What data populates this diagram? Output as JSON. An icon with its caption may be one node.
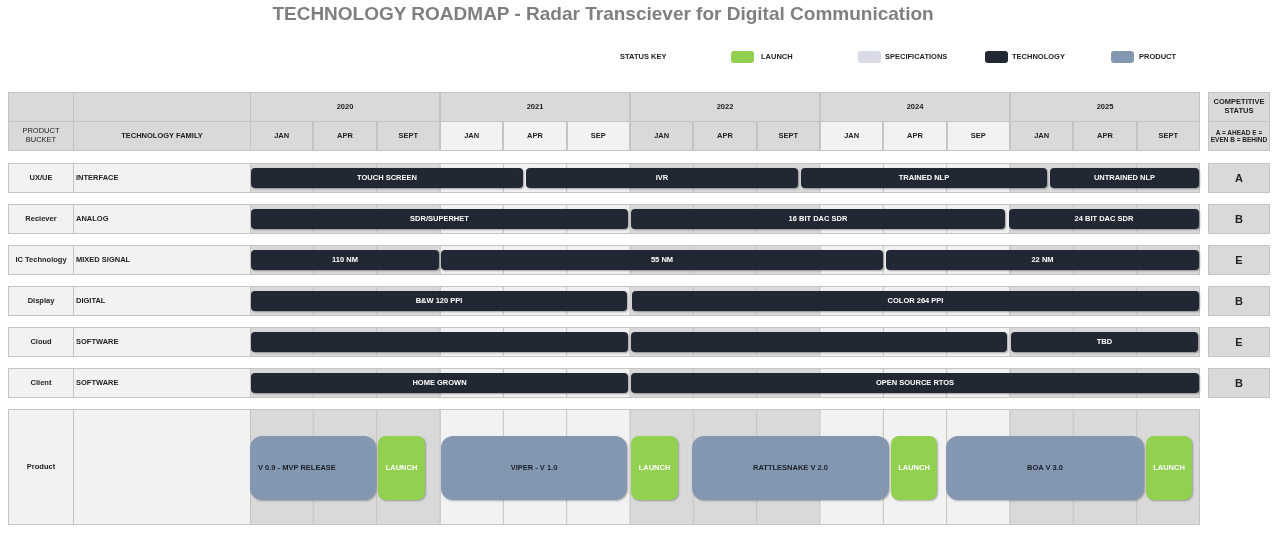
{
  "diagram": {
    "title": "TECHNOLOGY ROADMAP - Radar Transciever for Digital Communication",
    "nodes": [
      {
        "text": [
          "TOUCH SCREEN"
        ]
      },
      {
        "text": [
          "IVR"
        ]
      },
      {
        "text": [
          "TRAINED NLP"
        ]
      },
      {
        "text": [
          "UNTRAINED NLP"
        ]
      },
      {
        "text": [
          "SDR/SUPERHET"
        ]
      },
      {
        "text": [
          "16 BIT DAC SDR"
        ]
      },
      {
        "text": [
          "24 BIT DAC SDR"
        ]
      },
      {
        "text": [
          "110 NM"
        ]
      },
      {
        "text": [
          "55 NM"
        ]
      },
      {
        "text": [
          "22 NM"
        ]
      },
      {
        "text": [
          "B&W 120 PPI"
        ]
      },
      {
        "text": [
          "COLOR 264 PPI"
        ]
      },
      {
        "text": [],
        "shape": "bar"
      },
      {
        "text": [],
        "shape": "bar"
      },
      {
        "text": [
          "TBD"
        ]
      },
      {
        "text": [
          "HOME GROWN"
        ]
      },
      {
        "text": [
          "OPEN SOURCE RTOS"
        ]
      },
      {
        "text": [
          "V 0.9 - MVP RELEASE"
        ]
      },
      {
        "text": [
          "LAUNCH"
        ]
      },
      {
        "text": [
          "VIPER - V 1.0"
        ]
      },
      {
        "text": [
          "LAUNCH"
        ]
      },
      {
        "text": [
          "RATTLESNAKE V 2.0"
        ]
      },
      {
        "text": [
          "LAUNCH"
        ]
      },
      {
        "text": [
          "BOA V 3.0"
        ]
      },
      {
        "text": [
          "LAUNCH"
        ]
      }
    ],
    "labels": [
      "STATUS KEY",
      "2020",
      "2021",
      "2022",
      "2024",
      "2025",
      "COMPETITIVE STATUS",
      "PRODUCT BUCKET",
      "TECHNOLOGY FAMILY",
      "JAN",
      "APR",
      "SEPT",
      "JAN",
      "APR",
      "SEP",
      "JAN",
      "APR",
      "SEPT",
      "JAN",
      "APR",
      "SEP",
      "JAN",
      "APR",
      "SEPT",
      "A = AHEAD E = EVEN B = BEHIND",
      "UX/UE",
      "INTERFACE",
      "A",
      "Reciever",
      "ANALOG",
      "B",
      "IC Technology",
      "MIXED SIGNAL",
      "E",
      "Display",
      "DIGITAL",
      "B",
      "Cloud",
      "SOFTWARE",
      "E",
      "Client",
      "SOFTWARE",
      "B",
      "Product"
    ],
    "legend": [
      {
        "text": "LAUNCH",
        "color": "#92d050"
      },
      {
        "text": "SPECIFICATIONS",
        "color": "#d9dce6"
      },
      {
        "text": "TECHNOLOGY",
        "color": "#222833"
      },
      {
        "text": "PRODUCT",
        "color": "#8497b0"
      }
    ]
  }
}
